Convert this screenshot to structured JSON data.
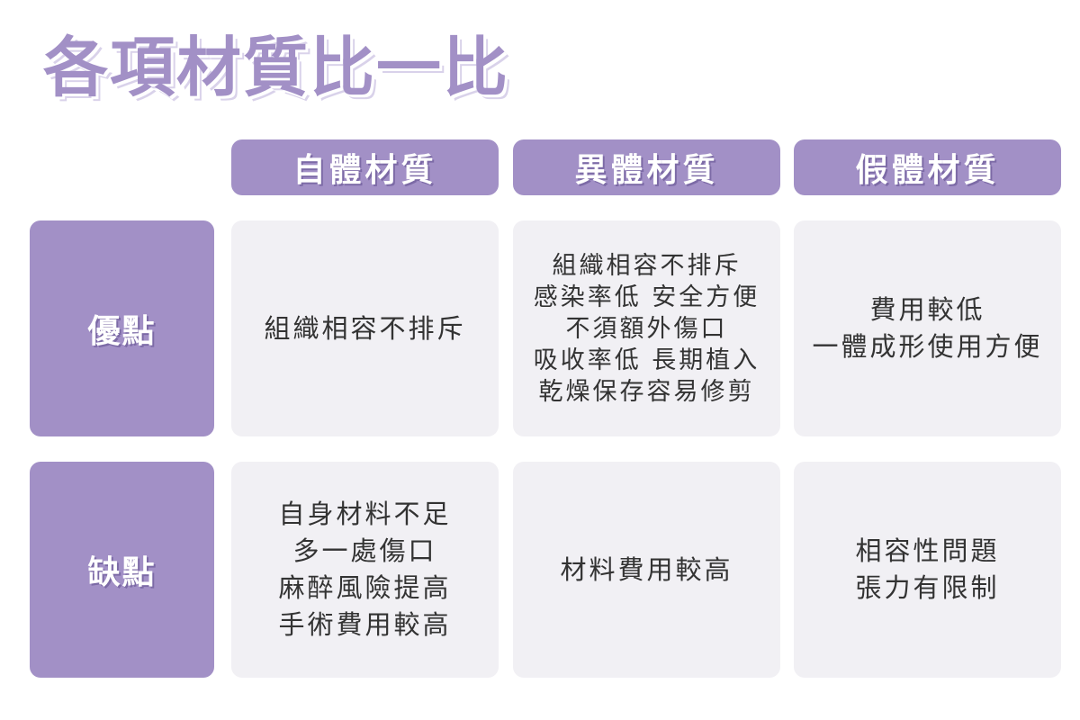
{
  "title": "各項材質比一比",
  "columns": [
    "自體材質",
    "異體材質",
    "假體材質"
  ],
  "rows": [
    {
      "label": "優點",
      "cells": [
        [
          "組織相容不排斥"
        ],
        [
          "組織相容不排斥",
          "感染率低 安全方便",
          "不須額外傷口",
          "吸收率低 長期植入",
          "乾燥保存容易修剪"
        ],
        [
          "費用較低",
          "一體成形使用方便"
        ]
      ]
    },
    {
      "label": "缺點",
      "cells": [
        [
          "自身材料不足",
          "多一處傷口",
          "麻醉風險提高",
          "手術費用較高"
        ],
        [
          "材料費用較高"
        ],
        [
          "相容性問題",
          "張力有限制"
        ]
      ]
    }
  ],
  "colors": {
    "accent": "#a290c6",
    "cell_background": "#f1f0f4",
    "text": "#333333"
  }
}
